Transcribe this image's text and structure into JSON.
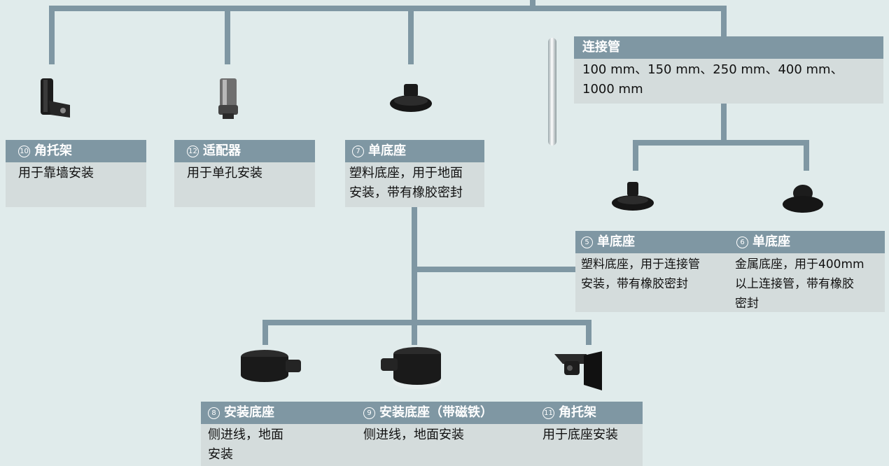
{
  "connecting_pipe": {
    "title": "连接管",
    "lengths_line1": "100 mm、150 mm、250 mm、400 mm、",
    "lengths_line2": "1000 mm"
  },
  "items": {
    "i10": {
      "number": "10",
      "title": "角托架",
      "desc": [
        "用于靠墙安装"
      ]
    },
    "i12": {
      "number": "12",
      "title": "适配器",
      "desc": [
        "用于单孔安装"
      ]
    },
    "i7": {
      "number": "7",
      "title": "单底座",
      "desc": [
        "塑料底座，用于地面",
        "安装，带有橡胶密封"
      ]
    },
    "i5": {
      "number": "5",
      "title": "单底座",
      "desc": [
        "塑料底座，用于连接管",
        "安装，带有橡胶密封"
      ]
    },
    "i6": {
      "number": "6",
      "title": "单底座",
      "desc": [
        "金属底座，用于400mm",
        "以上连接管，带有橡胶",
        "密封"
      ]
    },
    "i8": {
      "number": "8",
      "title": "安装底座",
      "desc": [
        "侧进线，地面",
        "安装"
      ]
    },
    "i9": {
      "number": "9",
      "title": "安装底座（带磁铁）",
      "desc": [
        "侧进线，地面安装"
      ]
    },
    "i11": {
      "number": "11",
      "title": "角托架",
      "desc": [
        "用于底座安装"
      ]
    }
  },
  "colors": {
    "background": "#e0ebeb",
    "header": "#7f97a3",
    "box": "#d4dcdc",
    "connector": "#7f97a3"
  },
  "icons": [
    "angle-bracket-icon",
    "adapter-icon",
    "single-base-icon",
    "pipe-icon",
    "mounting-base-icon",
    "magnetic-base-icon"
  ]
}
